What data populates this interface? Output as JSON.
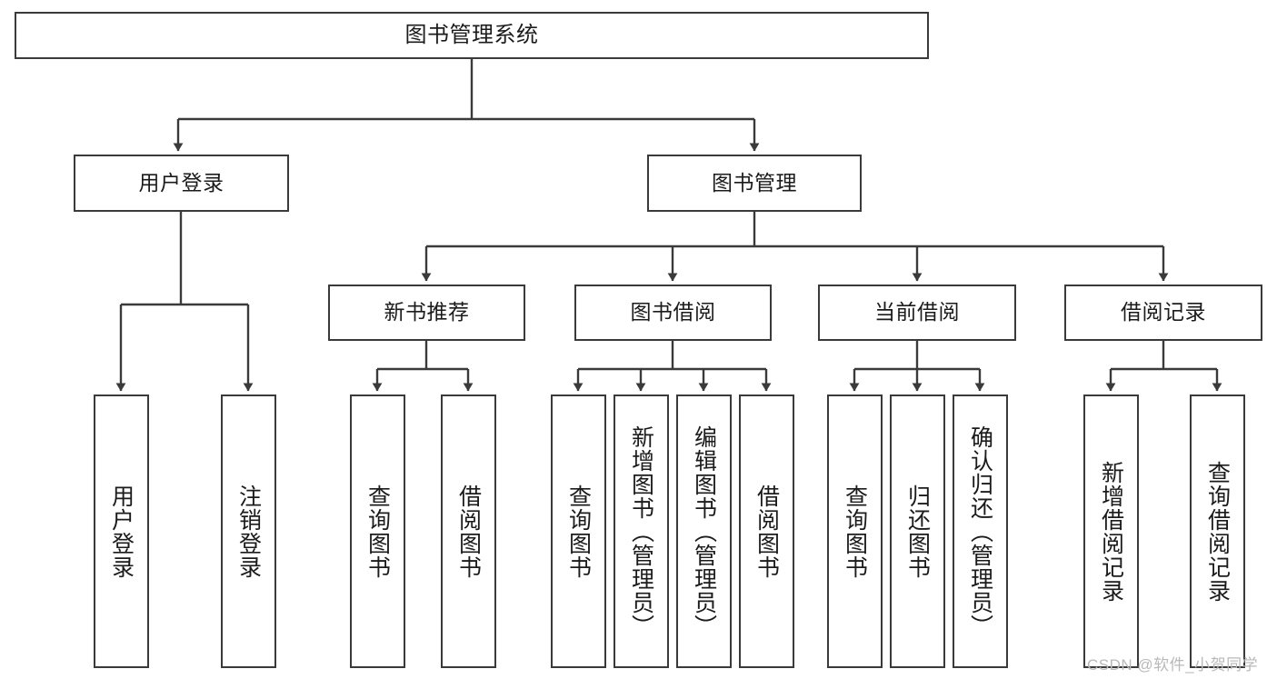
{
  "diagram": {
    "title": "图书管理系统",
    "type": "tree",
    "colors": {
      "stroke": "#3a3a3a",
      "fill": "#ffffff",
      "text": "#1b1b1b",
      "watermark": "#b9b9b9"
    },
    "nodes": {
      "root": {
        "label": "图书管理系统"
      },
      "level2": [
        {
          "label": "用户登录"
        },
        {
          "label": "图书管理"
        }
      ],
      "level3": [
        {
          "label": "新书推荐"
        },
        {
          "label": "图书借阅"
        },
        {
          "label": "当前借阅"
        },
        {
          "label": "借阅记录"
        }
      ],
      "leaves": [
        {
          "label": "用户登录",
          "parent": "用户登录"
        },
        {
          "label": "注销登录",
          "parent": "用户登录"
        },
        {
          "label": "查询图书",
          "parent": "新书推荐"
        },
        {
          "label": "借阅图书",
          "parent": "新书推荐"
        },
        {
          "label": "查询图书",
          "parent": "图书借阅"
        },
        {
          "label": "新增图书（管理员）",
          "parent": "图书借阅"
        },
        {
          "label": "编辑图书（管理员）",
          "parent": "图书借阅"
        },
        {
          "label": "借阅图书",
          "parent": "图书借阅"
        },
        {
          "label": "查询图书",
          "parent": "当前借阅"
        },
        {
          "label": "归还图书",
          "parent": "当前借阅"
        },
        {
          "label": "确认归还（管理员）",
          "parent": "当前借阅"
        },
        {
          "label": "新增借阅记录",
          "parent": "借阅记录"
        },
        {
          "label": "查询借阅记录",
          "parent": "借阅记录"
        }
      ]
    },
    "watermark": "CSDN @软件_小贺同学"
  }
}
